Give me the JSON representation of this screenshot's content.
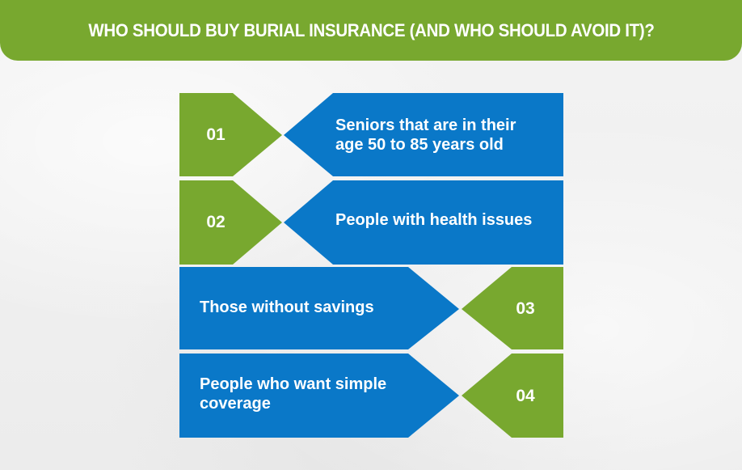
{
  "header": {
    "title": "WHO SHOULD BUY BURIAL INSURANCE (AND WHO SHOULD AVOID IT)?"
  },
  "colors": {
    "green": "#78a82f",
    "blue": "#0a78c8",
    "background": "#f0f0f0",
    "text": "#ffffff"
  },
  "items": [
    {
      "number": "01",
      "text_line1": "Seniors that are in their",
      "text_line2": "age 50 to 85 years old"
    },
    {
      "number": "02",
      "text_line1": "People with health issues",
      "text_line2": ""
    },
    {
      "number": "03",
      "text_line1": "Those without savings",
      "text_line2": ""
    },
    {
      "number": "04",
      "text_line1": "People who want simple",
      "text_line2": "coverage"
    }
  ]
}
